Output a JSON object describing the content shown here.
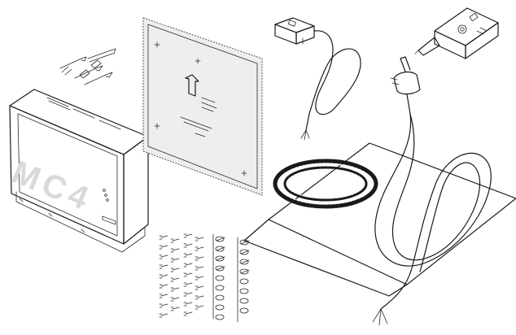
{
  "illustration": {
    "controller": {
      "front_watermark": "MC4"
    },
    "mounting_template": {},
    "components": [
      "controller-housing",
      "wall-plugs-and-screws",
      "mounting-template",
      "sensor-unit-with-cable",
      "remote-sensor-unit",
      "power-cable-with-plug",
      "heating-cable-mat",
      "terminal-screws-and-clips"
    ]
  }
}
